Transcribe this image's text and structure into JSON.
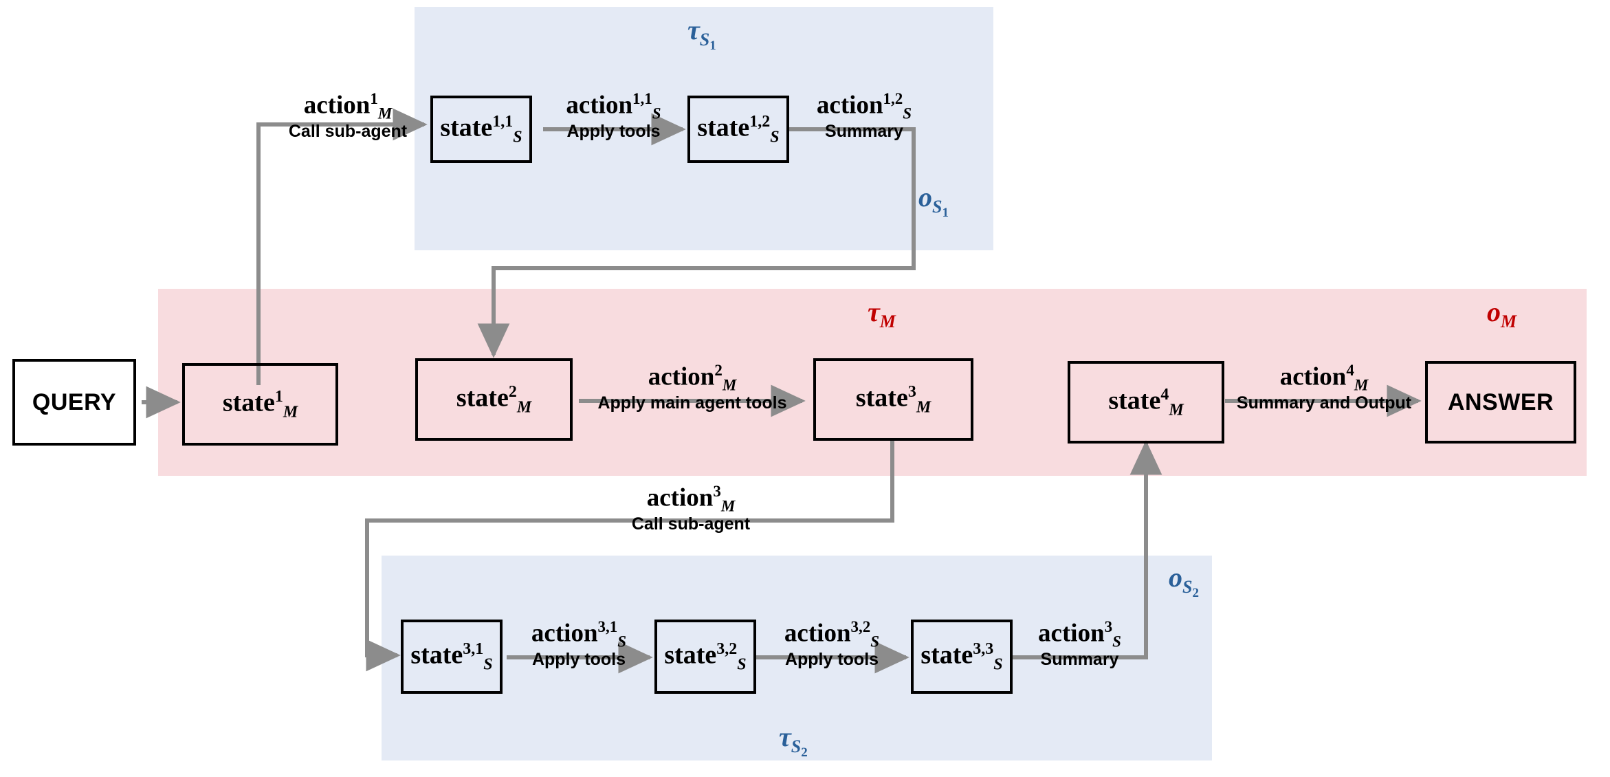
{
  "diagram": {
    "title": "Hierarchical main-agent / sub-agent trajectory diagram",
    "colors": {
      "sub_band": "#E4EAF5",
      "main_band": "#F8DCDF",
      "sub_annotation": "#2A6099",
      "main_annotation": "#C00000",
      "arrow": "#808080",
      "box_border": "#000000"
    }
  },
  "bands": {
    "sub1": {
      "trajectory_label": "τ",
      "trajectory_sub": "S",
      "trajectory_subsub": "1"
    },
    "main": {
      "trajectory_label": "τ",
      "trajectory_sub": "M",
      "output_label": "o",
      "output_sub": "M"
    },
    "sub2": {
      "trajectory_label": "τ",
      "trajectory_sub": "S",
      "trajectory_subsub": "2"
    }
  },
  "outputs": {
    "sub1": {
      "label": "o",
      "sub": "S",
      "subsub": "1"
    },
    "sub2": {
      "label": "o",
      "sub": "S",
      "subsub": "2"
    }
  },
  "nodes": {
    "query": {
      "text": "QUERY"
    },
    "answer": {
      "text": "ANSWER"
    },
    "state_m1": {
      "base": "state",
      "sub": "M",
      "sup": "1"
    },
    "state_m2": {
      "base": "state",
      "sub": "M",
      "sup": "2"
    },
    "state_m3": {
      "base": "state",
      "sub": "M",
      "sup": "3"
    },
    "state_m4": {
      "base": "state",
      "sub": "M",
      "sup": "4"
    },
    "state_s11": {
      "base": "state",
      "sub": "S",
      "sup": "1,1"
    },
    "state_s12": {
      "base": "state",
      "sub": "S",
      "sup": "1,2"
    },
    "state_s31": {
      "base": "state",
      "sub": "S",
      "sup": "3,1"
    },
    "state_s32": {
      "base": "state",
      "sub": "S",
      "sup": "3,2"
    },
    "state_s33": {
      "base": "state",
      "sub": "S",
      "sup": "3,3"
    }
  },
  "edges": {
    "action_m1": {
      "base": "action",
      "sub": "M",
      "sup": "1",
      "caption": "Call sub-agent"
    },
    "action_s11": {
      "base": "action",
      "sub": "S",
      "sup": "1,1",
      "caption": "Apply tools"
    },
    "action_s12": {
      "base": "action",
      "sub": "S",
      "sup": "1,2",
      "caption": "Summary"
    },
    "action_m2": {
      "base": "action",
      "sub": "M",
      "sup": "2",
      "caption": "Apply main agent tools"
    },
    "action_m3": {
      "base": "action",
      "sub": "M",
      "sup": "3",
      "caption": "Call sub-agent"
    },
    "action_s31": {
      "base": "action",
      "sub": "S",
      "sup": "3,1",
      "caption": "Apply tools"
    },
    "action_s32": {
      "base": "action",
      "sub": "S",
      "sup": "3,2",
      "caption": "Apply tools"
    },
    "action_s3": {
      "base": "action",
      "sub": "S",
      "sup": "3",
      "caption": "Summary"
    },
    "action_m4": {
      "base": "action",
      "sub": "M",
      "sup": "4",
      "caption": "Summary and Output"
    }
  }
}
